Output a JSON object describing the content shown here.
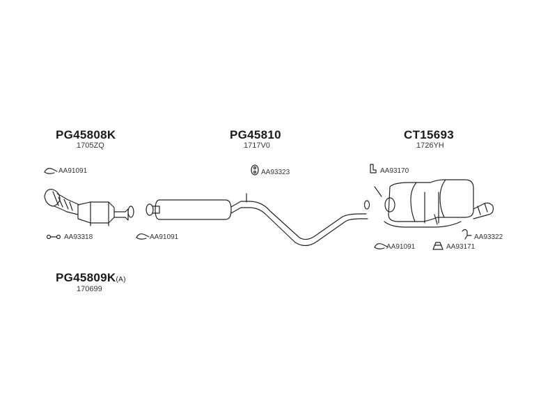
{
  "groups": [
    {
      "part": "PG45808K",
      "oe": "1705ZQ"
    },
    {
      "part": "PG45810",
      "oe": "1717V0"
    },
    {
      "part": "CT15693",
      "oe": "1726YH"
    },
    {
      "part": "PG45809K",
      "suffix": "(A)",
      "oe": "170699"
    }
  ],
  "accessories": [
    {
      "code": "AA91091",
      "icon": "clamp-icon"
    },
    {
      "code": "AA93318",
      "icon": "bolt-icon"
    },
    {
      "code": "AA91091",
      "icon": "clamp-icon"
    },
    {
      "code": "AA93323",
      "icon": "rubber-hanger-icon"
    },
    {
      "code": "AA93170",
      "icon": "bracket-icon"
    },
    {
      "code": "AA93322",
      "icon": "hanger-icon"
    },
    {
      "code": "AA91091",
      "icon": "clamp-icon"
    },
    {
      "code": "AA93171",
      "icon": "mount-icon"
    }
  ]
}
